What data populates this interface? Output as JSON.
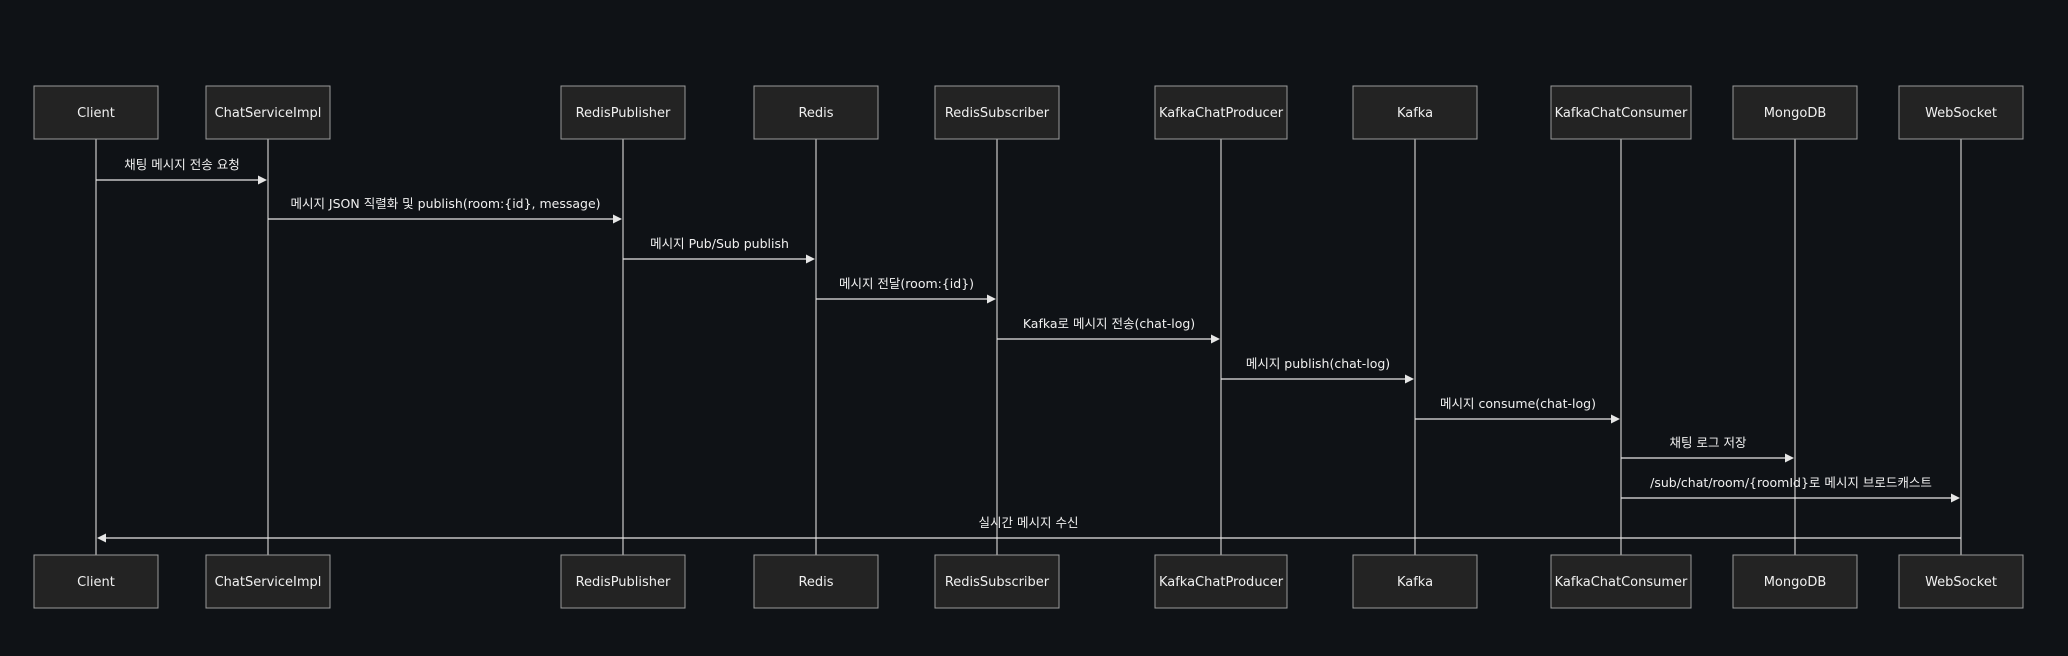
{
  "actors": [
    {
      "id": "client",
      "label": "Client"
    },
    {
      "id": "chatserviceimpl",
      "label": "ChatServiceImpl"
    },
    {
      "id": "redispublisher",
      "label": "RedisPublisher"
    },
    {
      "id": "redis",
      "label": "Redis"
    },
    {
      "id": "redissubscriber",
      "label": "RedisSubscriber"
    },
    {
      "id": "kafkachatproducer",
      "label": "KafkaChatProducer"
    },
    {
      "id": "kafka",
      "label": "Kafka"
    },
    {
      "id": "kafkachatconsumer",
      "label": "KafkaChatConsumer"
    },
    {
      "id": "mongodb",
      "label": "MongoDB"
    },
    {
      "id": "websocket",
      "label": "WebSocket"
    }
  ],
  "messages": [
    {
      "from": "client",
      "to": "chatserviceimpl",
      "label": "채팅 메시지 전송 요청"
    },
    {
      "from": "chatserviceimpl",
      "to": "redispublisher",
      "label": "메시지 JSON 직렬화 및 publish(room:{id}, message)"
    },
    {
      "from": "redispublisher",
      "to": "redis",
      "label": "메시지 Pub/Sub publish"
    },
    {
      "from": "redis",
      "to": "redissubscriber",
      "label": "메시지 전달(room:{id})"
    },
    {
      "from": "redissubscriber",
      "to": "kafkachatproducer",
      "label": "Kafka로 메시지 전송(chat-log)"
    },
    {
      "from": "kafkachatproducer",
      "to": "kafka",
      "label": "메시지 publish(chat-log)"
    },
    {
      "from": "kafka",
      "to": "kafkachatconsumer",
      "label": "메시지 consume(chat-log)"
    },
    {
      "from": "kafkachatconsumer",
      "to": "mongodb",
      "label": "채팅 로그 저장"
    },
    {
      "from": "kafkachatconsumer",
      "to": "websocket",
      "label": "/sub/chat/room/{roomId}로 메시지 브로드캐스트"
    },
    {
      "from": "websocket",
      "to": "client",
      "label": "실시간 메시지 수신"
    }
  ],
  "colors": {
    "background": "#0f1216",
    "actor_fill": "#232323",
    "actor_border": "#9a9a9a",
    "line": "#e6e6e6",
    "text": "#f0f0f0"
  }
}
